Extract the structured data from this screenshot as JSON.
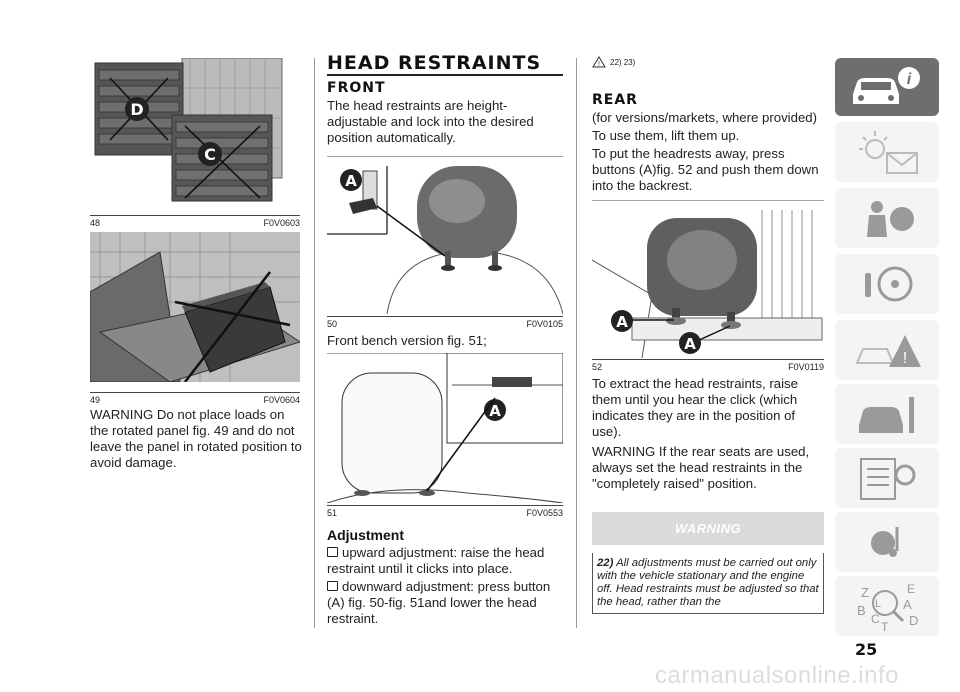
{
  "left": {
    "fig48": {
      "num": "48",
      "code": "F0V0603",
      "label_d": "D",
      "label_c": "C"
    },
    "fig49": {
      "num": "49",
      "code": "F0V0604"
    },
    "warning_text": "WARNING Do not place loads on the rotated panel fig. 49 and do not leave the panel in rotated position to avoid damage."
  },
  "middle": {
    "title": "HEAD RESTRAINTS",
    "subtitle": "FRONT",
    "intro": "The head restraints are height-adjustable and lock into the desired position automatically.",
    "fig50": {
      "num": "50",
      "code": "F0V0105",
      "label": "A"
    },
    "caption_text": "Front bench version fig. 51;",
    "fig51": {
      "num": "51",
      "code": "F0V0553",
      "label": "A"
    },
    "adjustment_title": "Adjustment",
    "bullets": [
      "upward adjustment: raise the head restraint until it clicks into place.",
      "downward adjustment: press button (A) fig. 50-fig. 51and lower the head restraint."
    ]
  },
  "right": {
    "refs": "22) 23)",
    "subtitle": "REAR",
    "para1": "(for versions/markets, where provided)",
    "para2": "To use them, lift them up.",
    "para3": "To put the headrests away, press buttons (A)fig. 52 and push them down into the backrest.",
    "fig52": {
      "num": "52",
      "code": "F0V0119",
      "label_a1": "A",
      "label_a2": "A"
    },
    "para4": "To extract the head restraints, raise them until you hear the click (which indicates they are in the position of use).",
    "para5": "WARNING If the rear seats are used, always set the head restraints in the \"completely raised\" position.",
    "warning": {
      "heading": "WARNING",
      "number": "22)",
      "text": "All adjustments must be carried out only with the vehicle stationary and the engine off. Head restraints must be adjusted so that the head, rather than the"
    }
  },
  "sidebar": {
    "tabs": [
      {
        "name": "car-info-icon",
        "active": true
      },
      {
        "name": "warning-lights-icon",
        "active": false
      },
      {
        "name": "safety-airbag-icon",
        "active": false
      },
      {
        "name": "steering-key-icon",
        "active": false
      },
      {
        "name": "emergency-icon",
        "active": false
      },
      {
        "name": "maintenance-icon",
        "active": false
      },
      {
        "name": "technical-data-icon",
        "active": false
      },
      {
        "name": "multimedia-icon",
        "active": false
      },
      {
        "name": "index-icon",
        "active": false
      }
    ],
    "index_letters": [
      "Z",
      "E",
      "A",
      "B",
      "C",
      "T",
      "D",
      "L"
    ]
  },
  "page_number": "25",
  "watermark": "carmanualsonline.info",
  "colors": {
    "sidebar_active": "#6e6e6e",
    "sidebar_bg": "#f4f4f4",
    "warning_band": "#dadada",
    "icon_gray": "#9a9a9a"
  }
}
